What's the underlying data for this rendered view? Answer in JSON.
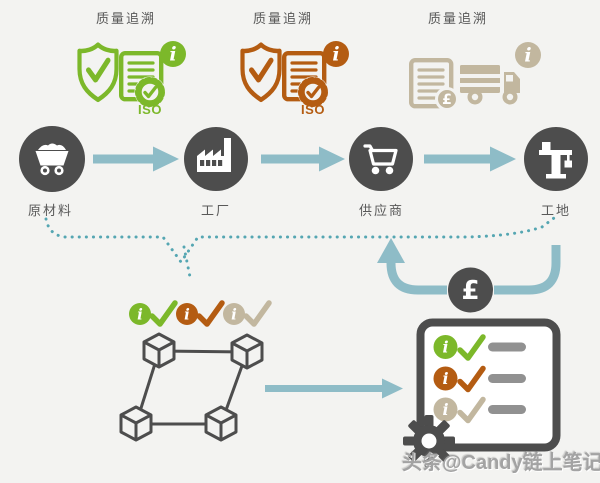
{
  "colors": {
    "green": "#7cb82a",
    "orange": "#b45c12",
    "tan": "#c2b79f",
    "teal_arrow": "#8ebcc7",
    "teal_dots": "#55a6b2",
    "dark_node": "#4d4d4d",
    "list_bar_gray": "#919191",
    "label_text": "#595959",
    "background": "#f3f3f1"
  },
  "trace_sections": [
    {
      "label": "质量追溯",
      "theme": "green",
      "badge_label": "ISO",
      "icons": [
        "shield-check-icon",
        "document-icon",
        "iso-gear-badge-icon",
        "info-icon"
      ]
    },
    {
      "label": "质量追溯",
      "theme": "orange",
      "badge_label": "ISO",
      "icons": [
        "shield-check-icon",
        "document-icon",
        "iso-gear-badge-icon",
        "info-icon"
      ]
    },
    {
      "label": "质量追溯",
      "theme": "tan",
      "badge_label": "£",
      "icons": [
        "document-pound-icon",
        "truck-icon",
        "info-icon"
      ]
    }
  ],
  "glyphs": {
    "info": "i"
  },
  "process_nodes": [
    {
      "label": "原材料",
      "icon": "mine-cart"
    },
    {
      "label": "工厂",
      "icon": "factory"
    },
    {
      "label": "供应商",
      "icon": "shopping-cart"
    },
    {
      "label": "工地",
      "icon": "tower-crane"
    }
  ],
  "payment": {
    "symbol": "£"
  },
  "blockchain": {
    "node_count": 4,
    "status_themes": [
      "green",
      "orange",
      "tan"
    ]
  },
  "checklist": {
    "rows": [
      {
        "theme": "green"
      },
      {
        "theme": "orange"
      },
      {
        "theme": "tan"
      }
    ]
  },
  "watermark": "头条@Candy链上笔记"
}
